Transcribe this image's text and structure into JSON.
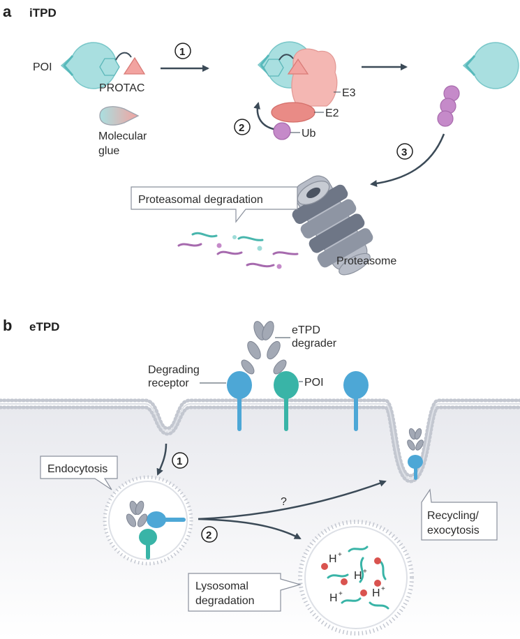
{
  "panel_a": {
    "letter": "a",
    "title": "iTPD",
    "poi": "POI",
    "protac": "PROTAC",
    "molecular_glue_line1": "Molecular",
    "molecular_glue_line2": "glue",
    "e3": "E3",
    "e2": "E2",
    "ub": "Ub",
    "step1": "1",
    "step2": "2",
    "step3": "3",
    "proteasomal_degradation": "Proteasomal degradation",
    "proteasome": "Proteasome"
  },
  "panel_b": {
    "letter": "b",
    "title": "eTPD",
    "degrader_line1": "eTPD",
    "degrader_line2": "degrader",
    "receptor_line1": "Degrading",
    "receptor_line2": "receptor",
    "poi": "POI",
    "step1": "1",
    "step2": "2",
    "endocytosis": "Endocytosis",
    "question": "?",
    "recycling_line1": "Recycling/",
    "recycling_line2": "exocytosis",
    "lysosomal_line1": "Lysosomal",
    "lysosomal_line2": "degradation",
    "hplus": "H",
    "plus": "+"
  },
  "colors": {
    "poi_fill": "#a9dfe0",
    "poi_stroke": "#79c7c9",
    "e3_fill": "#f4b7b3",
    "e2_fill": "#e98b86",
    "ub_fill": "#c58ac9",
    "receptor_blue": "#4da7d6",
    "poi_teal": "#39b4a7",
    "degrader_gray": "#a3a9b5",
    "membrane": "#c9ccd4",
    "arrow": "#3b4a57"
  }
}
